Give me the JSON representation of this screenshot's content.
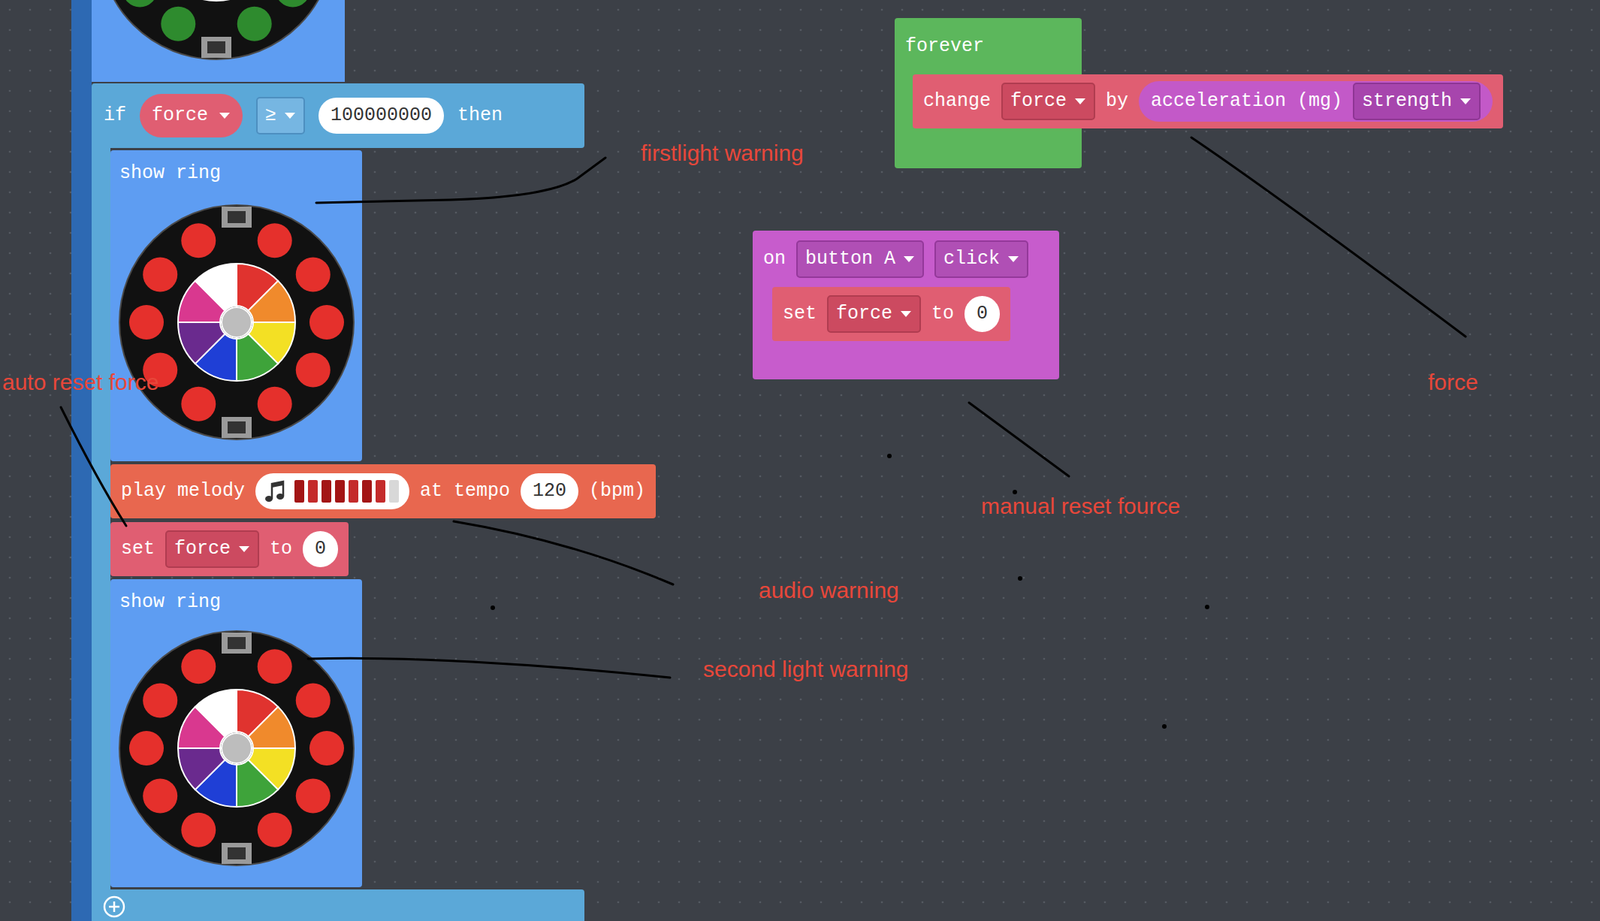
{
  "diagram": {
    "nodes": [
      {
        "text": [
          "if",
          "then"
        ]
      },
      {
        "text": [
          "force"
        ],
        "in": 0
      },
      {
        "text": [
          "≥"
        ],
        "in": 0
      },
      {
        "text": [
          "100000000"
        ],
        "in": 0
      },
      {
        "text": [
          "show ring"
        ],
        "in": 0
      },
      {
        "text": [
          "play melody",
          "at tempo",
          "(bpm)"
        ],
        "in": 0
      },
      {
        "text": [
          "120"
        ],
        "in": 5
      },
      {
        "text": [
          "set",
          "to"
        ],
        "in": 0
      },
      {
        "text": [
          "force"
        ],
        "in": 7
      },
      {
        "text": [
          "0"
        ],
        "in": 7
      },
      {
        "text": [
          "show ring"
        ],
        "in": 0
      },
      {
        "text": [
          "forever"
        ]
      },
      {
        "text": [
          "change",
          "by"
        ],
        "in": 11
      },
      {
        "text": [
          "force"
        ],
        "in": 12
      },
      {
        "text": [
          "acceleration (mg)"
        ],
        "in": 12
      },
      {
        "text": [
          "strength"
        ],
        "in": 14
      },
      {
        "text": [
          "on"
        ]
      },
      {
        "text": [
          "button A"
        ],
        "in": 16
      },
      {
        "text": [
          "click"
        ],
        "in": 16
      },
      {
        "text": [
          "set",
          "to"
        ],
        "in": 16
      },
      {
        "text": [
          "force"
        ],
        "in": 19
      },
      {
        "text": [
          "0"
        ],
        "in": 19
      }
    ],
    "labels": [
      "firstlight warning",
      "auto reset force",
      "force",
      "manual reset fource",
      "audio warning",
      "second light warning"
    ]
  }
}
